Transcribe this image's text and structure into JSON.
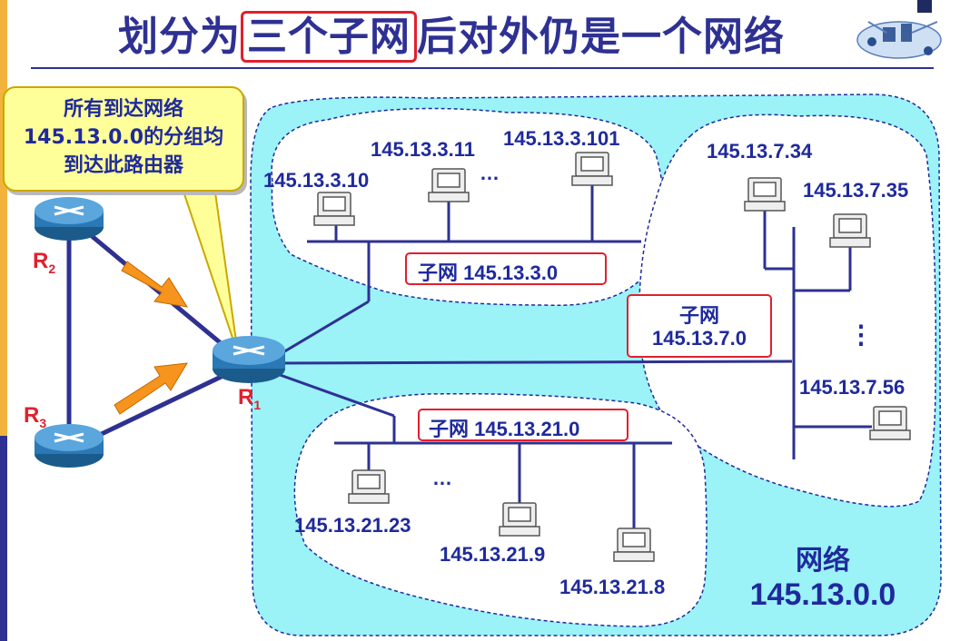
{
  "title": {
    "before": "划分为",
    "highlight": "三个子网",
    "after": "后对外仍是一个网络"
  },
  "callout": {
    "line1": "所有到达网络",
    "line2": "145.13.0.0的分组均",
    "line3": "到达此路由器"
  },
  "routers": {
    "r1": {
      "main": "R",
      "sub": "1"
    },
    "r2": {
      "main": "R",
      "sub": "2"
    },
    "r3": {
      "main": "R",
      "sub": "3"
    }
  },
  "subnet3": {
    "label": "子网 145.13.3.0",
    "hosts": [
      "145.13.3.10",
      "145.13.3.11",
      "145.13.3.101"
    ],
    "ellipsis": "…"
  },
  "subnet7": {
    "label_line1": "子网",
    "label_line2": "145.13.7.0",
    "hosts": [
      "145.13.7.34",
      "145.13.7.35",
      "145.13.7.56"
    ],
    "ellipsis": "⋮"
  },
  "subnet21": {
    "label": "子网 145.13.21.0",
    "hosts": [
      "145.13.21.23",
      "145.13.21.9",
      "145.13.21.8"
    ],
    "ellipsis": "…"
  },
  "network": {
    "line1": "网络",
    "line2": "145.13.0.0"
  },
  "colors": {
    "text": "#1f2a9c",
    "highlight_border": "#e0202e",
    "network_fill": "#9bf2f7",
    "callout_fill": "#ffff99",
    "arrow_fill": "#f7941d",
    "link": "#2e3192"
  }
}
